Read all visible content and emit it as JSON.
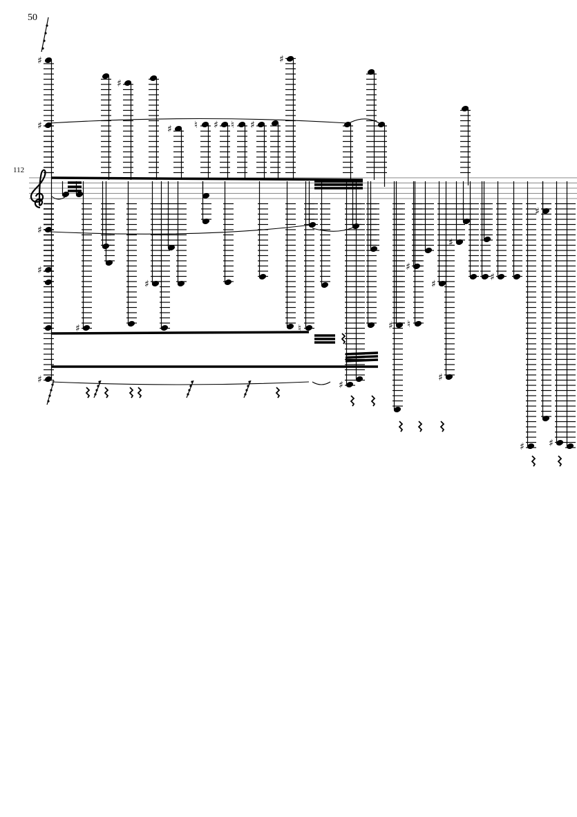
{
  "page": {
    "number": "50"
  },
  "system": {
    "measure_number": "112",
    "clef": "treble"
  },
  "colors": {
    "ink": "#000000",
    "staff": "#888888",
    "background": "#ffffff"
  }
}
